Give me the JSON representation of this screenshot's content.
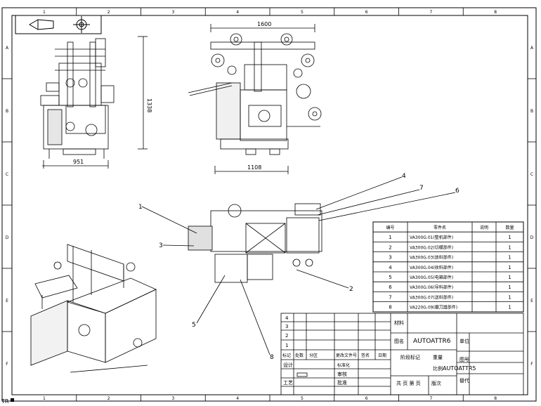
{
  "frame": {
    "columns": [
      "1",
      "2",
      "3",
      "4",
      "5",
      "6",
      "7",
      "8"
    ],
    "rows": [
      "A",
      "B",
      "C",
      "D",
      "E",
      "F"
    ]
  },
  "views": {
    "side_width_dim": "951",
    "side_height_dim": "1338",
    "front_width_dim": "1600",
    "front_base_dim": "1108"
  },
  "balloons": [
    "1",
    "2",
    "3",
    "4",
    "5",
    "6",
    "7",
    "8"
  ],
  "parts_table": {
    "headers": [
      "编号",
      "零件名",
      "说明",
      "数量"
    ],
    "rows": [
      {
        "no": "1",
        "name": "VA300G.01(整机部件)",
        "note": "",
        "qty": "1"
      },
      {
        "no": "2",
        "name": "VA300G.02(切模部件)",
        "note": "",
        "qty": "1"
      },
      {
        "no": "3",
        "name": "VA300G.03(放料部件)",
        "note": "",
        "qty": "1"
      },
      {
        "no": "4",
        "name": "VA300G.04(收料部件)",
        "note": "",
        "qty": "1"
      },
      {
        "no": "5",
        "name": "VA300G.05(电箱部件)",
        "note": "",
        "qty": "1"
      },
      {
        "no": "6",
        "name": "VA300G.06(导料部件)",
        "note": "",
        "qty": "1"
      },
      {
        "no": "7",
        "name": "VA300G.07(送料部件)",
        "note": "",
        "qty": "1"
      },
      {
        "no": "8",
        "name": "VA220G.09(磨刀器部件)",
        "note": "",
        "qty": "1"
      }
    ]
  },
  "title_block": {
    "rev_rows": [
      "4",
      "3",
      "2",
      "1"
    ],
    "col_labels": [
      "标记",
      "处数",
      "分区",
      "更改文件号",
      "签名",
      "日期"
    ],
    "material_label": "材料",
    "drawing_name_label": "图名",
    "drawing_name": "AUTOATTR6",
    "stage_label": "阶段标记",
    "weight_label": "重量",
    "scale_label": "比例",
    "scale_value": "AUTOATTR5",
    "sheet_label": "共 页 第 页",
    "version_label": "版次",
    "design_label": "设计",
    "standard_label": "标准化",
    "check_label": "审核",
    "craft_label": "工艺",
    "approve_label": "批准",
    "unit_label": "单位",
    "code_label": "图号",
    "replace_label": "替代"
  },
  "corner_label": "TR"
}
